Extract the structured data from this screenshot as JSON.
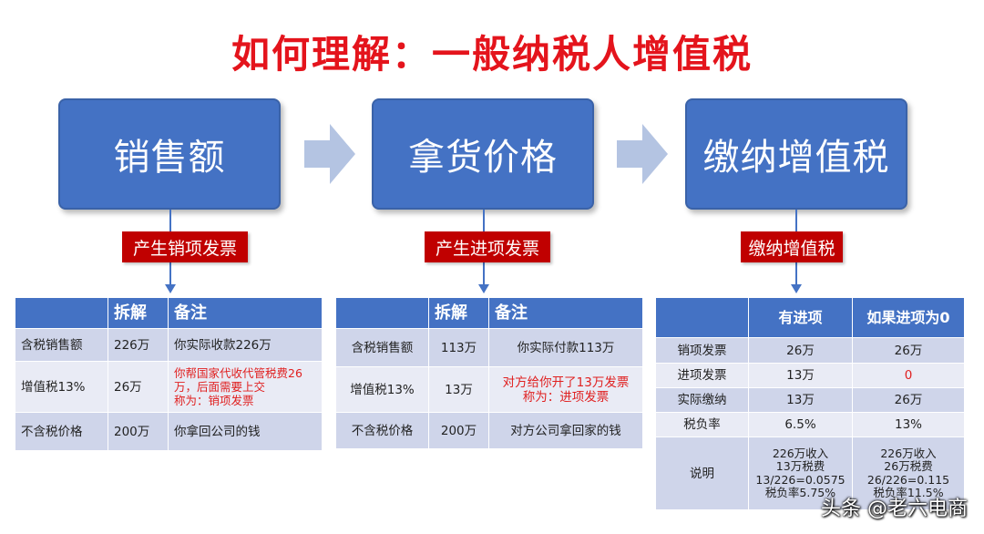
{
  "title": "如何理解：一般纳税人增值税",
  "steps": [
    {
      "label": "销售额",
      "tag": "产生销项发票"
    },
    {
      "label": "拿货价格",
      "tag": "产生进项发票"
    },
    {
      "label": "缴纳增值税",
      "tag": "缴纳增值税"
    }
  ],
  "table1": {
    "headers": [
      "",
      "拆解",
      "备注"
    ],
    "rows": [
      [
        "含税销售额",
        "226万",
        "你实际收款226万"
      ],
      [
        "增值税13%",
        "26万",
        "你帮国家代收代管税费26万，后面需要上交\n称为：销项发票"
      ],
      [
        "不含税价格",
        "200万",
        "你拿回公司的钱"
      ]
    ]
  },
  "table2": {
    "headers": [
      "",
      "拆解",
      "备注"
    ],
    "rows": [
      [
        "含税销售额",
        "113万",
        "你实际付款113万"
      ],
      [
        "增值税13%",
        "13万",
        "对方给你开了13万发票\n称为：进项发票"
      ],
      [
        "不含税价格",
        "200万",
        "对方公司拿回家的钱"
      ]
    ]
  },
  "table3": {
    "headers": [
      "",
      "有进项",
      "如果进项为0"
    ],
    "rows": [
      [
        "销项发票",
        "26万",
        "26万"
      ],
      [
        "进项发票",
        "13万",
        "0"
      ],
      [
        "实际缴纳",
        "13万",
        "26万"
      ],
      [
        "税负率",
        "6.5%",
        "13%"
      ],
      [
        "说明",
        "226万收入\n13万税费\n13/226=0.0575\n税负率5.75%",
        "226万收入\n26万税费\n26/226=0.115\n税负率11.5%"
      ]
    ]
  },
  "watermark": "头条 @老六电商",
  "colors": {
    "title": "#e4141c",
    "box": "#4472c4",
    "tag": "#c00000",
    "row_dark": "#cfd5ea",
    "row_light": "#e9ebf5",
    "highlight": "#e02020"
  }
}
